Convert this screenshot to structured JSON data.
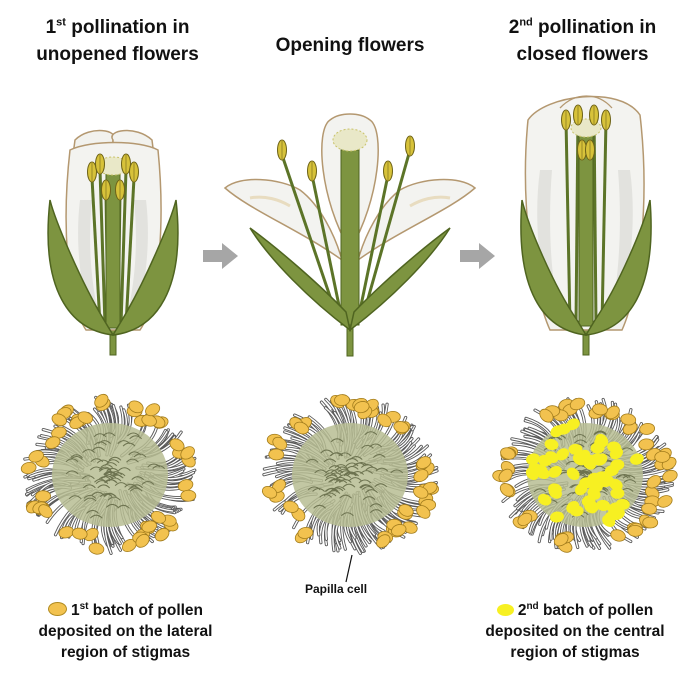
{
  "panels": {
    "left": {
      "title_num": "1",
      "title_sup": "st",
      "title_rest": " pollination in",
      "title_line2": "unopened flowers"
    },
    "middle": {
      "title": "Opening flowers"
    },
    "right": {
      "title_num": "2",
      "title_sup": "nd",
      "title_rest": " pollination in",
      "title_line2": "closed flowers"
    }
  },
  "labels": {
    "papilla": "Papilla cell"
  },
  "legend": {
    "first": {
      "num": "1",
      "sup": "st",
      "line1": " batch of pollen",
      "line2": "deposited on the lateral",
      "line3": "region of stigmas",
      "color": "#f2c24f"
    },
    "second": {
      "num": "2",
      "sup": "nd",
      "line1": " batch of pollen",
      "line2": "deposited on the central",
      "line3": "region of stigmas",
      "color": "#f7f022"
    }
  },
  "colors": {
    "sepal": "#7d9440",
    "sepal_stroke": "#4f6420",
    "petal": "#f3f3f0",
    "petal_stroke": "#b49870",
    "arrow": "#a6a6a6",
    "stigma": "#b7bd93",
    "papilla": "#595959",
    "pollen_lateral": "#f2c24f",
    "pollen_central": "#f7f022"
  },
  "icons": {
    "arrow_left": "right-arrow-icon",
    "arrow_right": "right-arrow-icon"
  }
}
